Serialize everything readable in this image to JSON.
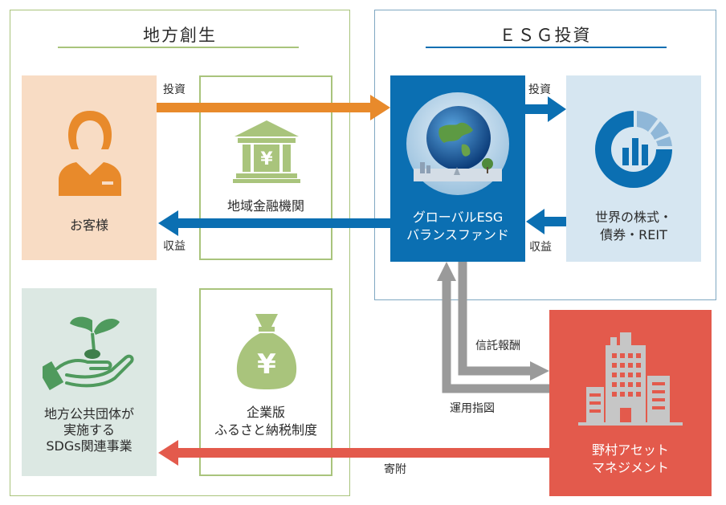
{
  "left_section": {
    "title": "地方創生"
  },
  "right_section": {
    "title": "ＥＳＧ投資"
  },
  "customer": {
    "label": "お客様"
  },
  "bank": {
    "label": "地域金融機関"
  },
  "fund": {
    "line1": "グローバルESG",
    "line2": "バランスファンド"
  },
  "assets": {
    "line1": "世界の株式・",
    "line2": "債券・REIT"
  },
  "sdgs": {
    "line1": "地方公共団体が",
    "line2": "実施する",
    "line3": "SDGs関連事業"
  },
  "tax": {
    "line1": "企業版",
    "line2": "ふるさと納税制度"
  },
  "nomura": {
    "line1": "野村アセット",
    "line2": "マネジメント"
  },
  "flows": {
    "invest_customer": "投資",
    "return_customer": "収益",
    "invest_assets": "投資",
    "return_assets": "収益",
    "trust_fee": "信託報酬",
    "operation": "運用指図",
    "donation": "寄附"
  },
  "colors": {
    "customer_bg": "#f8dcc4",
    "customer_icon": "#e88a2b",
    "bank_icon": "#a9c47c",
    "fund_bg": "#0b6fb2",
    "assets_bg": "#d6e6f1",
    "sdgs_bg": "#dce8e3",
    "nomura_bg": "#e35a4c",
    "arrow_orange": "#e88a2b",
    "arrow_blue": "#0b6fb2",
    "arrow_red": "#e35a4c",
    "arrow_gray": "#9a9a9a"
  }
}
